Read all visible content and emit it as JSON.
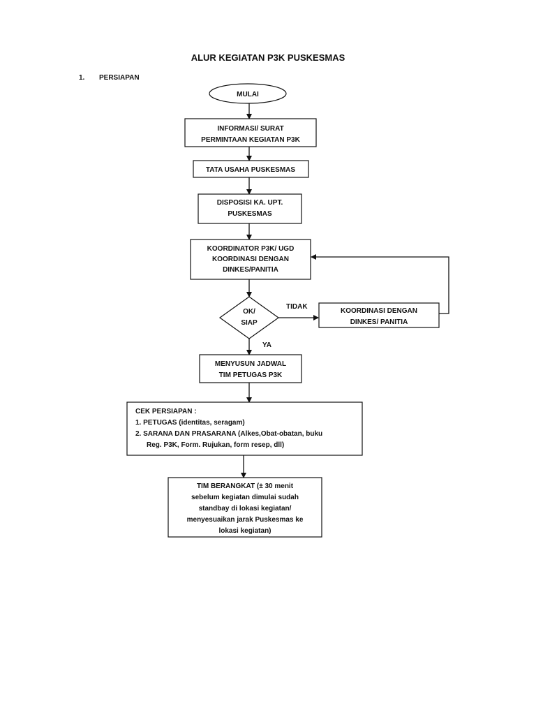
{
  "title": "ALUR KEGIATAN P3K PUSKESMAS",
  "section": {
    "number": "1.",
    "label": "PERSIAPAN"
  },
  "nodes": {
    "start": "MULAI",
    "informasi": [
      "INFORMASI/ SURAT",
      "PERMINTAAN KEGIATAN P3K"
    ],
    "tata_usaha": "TATA USAHA PUSKESMAS",
    "disposisi": [
      "DISPOSISI KA. UPT.",
      "PUSKESMAS"
    ],
    "koordinator": [
      "KOORDINATOR P3K/ UGD",
      "KOORDINASI DENGAN",
      "DINKES/PANITIA"
    ],
    "decision": [
      "OK/",
      "SIAP"
    ],
    "koordinasi_ulang": [
      "KOORDINASI DENGAN",
      "DINKES/ PANITIA"
    ],
    "jadwal": [
      "MENYUSUN JADWAL",
      "TIM PETUGAS P3K"
    ],
    "cek": [
      "CEK PERSIAPAN :",
      "1.  PETUGAS (identitas, seragam)",
      "2.   SARANA DAN PRASARANA (Alkes,Obat-obatan, buku",
      "Reg. P3K, Form. Rujukan, form resep, dll)"
    ],
    "berangkat": [
      "TIM BERANGKAT (± 30 menit",
      "sebelum kegiatan dimulai sudah",
      "standbay di lokasi kegiatan/",
      "menyesuaikan jarak Puskesmas ke",
      "lokasi kegiatan)"
    ]
  },
  "edges": {
    "no_label": "TIDAK",
    "yes_label": "YA"
  }
}
